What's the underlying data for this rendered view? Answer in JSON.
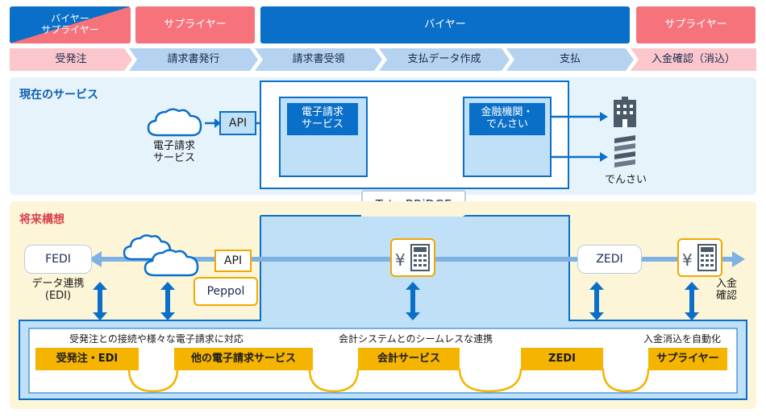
{
  "header": {
    "roles": [
      {
        "label": "バイヤー\nサプライヤー"
      },
      {
        "label": "サプライヤー"
      },
      {
        "label": "バイヤー"
      },
      {
        "label": "サプライヤー"
      }
    ],
    "steps": [
      "受発注",
      "請求書発行",
      "請求書受領",
      "支払データ作成",
      "支払",
      "入金確認（消込）"
    ]
  },
  "current": {
    "title": "現在のサービス",
    "cloud_label": "電子請求\nサービス",
    "api": "API",
    "service_box": "電子請求\nサービス",
    "bank_box": "金融機関・\nでんさい",
    "densai": "でんさい"
  },
  "bridge": "TetraBRiDGE",
  "future": {
    "title": "将来構想",
    "fedi": "FEDI",
    "fedi_caption": "データ連携\n(EDI)",
    "api": "API",
    "peppol": "Peppol",
    "zedi_pill": "ZEDI",
    "yen_symbol": "¥",
    "payment_caption": "入金\n確認",
    "captions": [
      "受発注との接続や様々な電子請求に対応",
      "会計システムとのシームレスな連携",
      "入金消込を自動化"
    ],
    "services": [
      "受発注・EDI",
      "他の電子請求サービス",
      "会計サービス",
      "ZEDI",
      "サプライヤー"
    ]
  },
  "colors": {
    "blue": "#0a6fc9",
    "red": "#f7737c",
    "orange": "#f4b400",
    "light_blue": "#e6f3fb",
    "light_yellow": "#fdf5d8"
  }
}
